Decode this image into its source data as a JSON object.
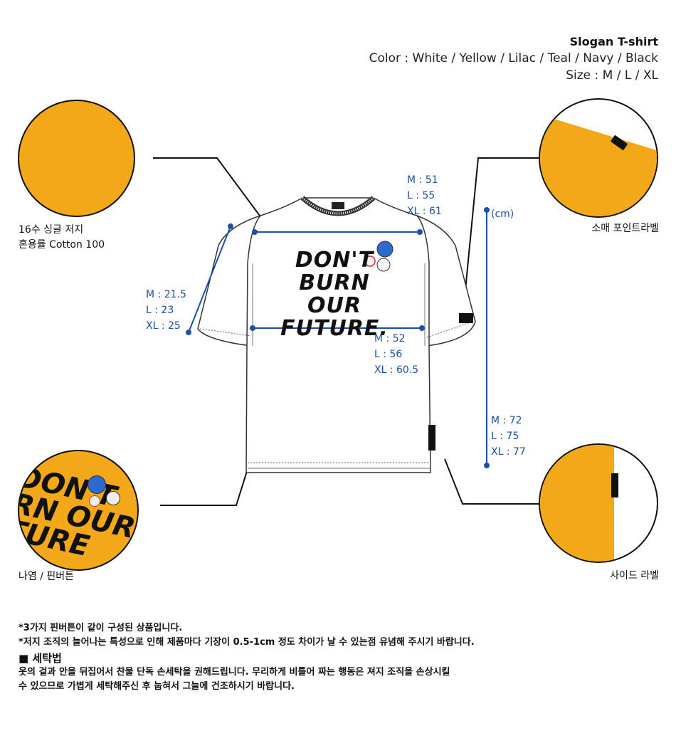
{
  "header": {
    "title": "Slogan T-shirt",
    "colors": "Color : White / Yellow / Lilac / Teal / Navy / Black",
    "sizes": "Size : M / L / XL"
  },
  "fabric": {
    "line1": "16수 싱글 저지",
    "line2": "혼용률 Cotton 100"
  },
  "sleeve_label": "소매 포인트라벨",
  "print": "나염 / 핀버튼",
  "side_label": "사이드 라벨",
  "print_art": {
    "line1": "DON'T",
    "line2": "BURN OUR",
    "line3": "FUTURE."
  },
  "closeup_art": {
    "line1": "DON'T",
    "line2": "RN OUR",
    "line3": "TURE"
  },
  "unit": "(cm)",
  "measurements": {
    "shoulder": [
      "M : 51",
      "L : 55",
      "XL : 61"
    ],
    "armhole": [
      "M : 21.5",
      "L : 23",
      "XL : 25"
    ],
    "chest": [
      "M : 52",
      "L : 56",
      "XL : 60.5"
    ],
    "length": [
      "M : 72",
      "L : 75",
      "XL : 77"
    ]
  },
  "notes": {
    "note1": "*3가지 핀버튼이 같이 구성된 상품입니다.",
    "note2": "*저지 조직의 늘어나는 특성으로 인해 제품마다 기장이 0.5-1cm 정도 차이가 날 수 있는점 유념해 주시기 바랍니다.",
    "wash_title": "■ 세탁법",
    "wash_line1": "옷의 겉과 안을 뒤집어서 찬물 단독 손세탁을 권해드립니다. 무리하게 비틀어 짜는 행동은 져지 조직을 손상시킬",
    "wash_line2": "수 있으므로 가볍게 세탁해주신 후 눕혀서 그늘에 건조하시기 바랍니다."
  },
  "colors": {
    "mustard": "#f2a818",
    "measure_blue": "#1e4fa8",
    "ink": "#111111"
  }
}
